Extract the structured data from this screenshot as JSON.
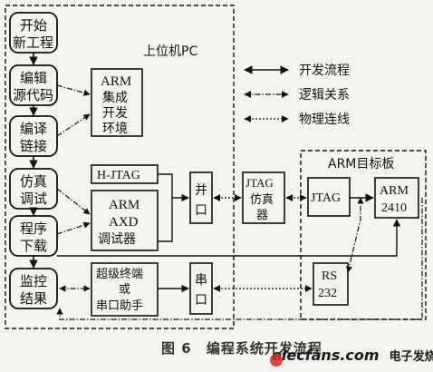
{
  "flow_steps": [
    {
      "line1": "开始",
      "line2": "新工程"
    },
    {
      "line1": "编辑",
      "line2": "源代码"
    },
    {
      "line1": "编译",
      "line2": "链接"
    },
    {
      "line1": "仿真",
      "line2": "调试"
    },
    {
      "line1": "程序",
      "line2": "下载"
    },
    {
      "line1": "监控",
      "line2": "结果"
    }
  ],
  "host_pc": {
    "label": "上位机PC",
    "ide": {
      "line1": "ARM",
      "line2": "集成",
      "line3": "开发",
      "line4": "环境"
    },
    "hjtag": "H-JTAG",
    "axd": {
      "line1": "ARM",
      "line2": "AXD",
      "line3": "调试器"
    },
    "parallel_port": {
      "line1": "并",
      "line2": "口"
    },
    "terminal": {
      "line1": "超级终端",
      "line2": "或",
      "line3": "串口助手"
    },
    "serial_port": {
      "line1": "串",
      "line2": "口"
    }
  },
  "jtag_emulator": {
    "line1": "JTAG",
    "line2": "仿真",
    "line3": "器"
  },
  "target_board": {
    "label": "ARM目标板",
    "jtag": "JTAG",
    "arm": {
      "line1": "ARM",
      "line2": "2410"
    },
    "rs232": {
      "line1": "RS",
      "line2": "232"
    }
  },
  "legend": [
    {
      "style": "solid",
      "label": "开发流程"
    },
    {
      "style": "dash-dot",
      "label": "逻辑关系"
    },
    {
      "style": "dotted",
      "label": "物理连线"
    }
  ],
  "caption": {
    "number": "图 6",
    "title": "编程系统开发流程"
  },
  "watermark": {
    "domain": "elecfans.com",
    "text": "电子发烧友"
  },
  "colors": {
    "ink": "#111111",
    "paper": "#f4f3ef",
    "watermark_red": "#d2282e"
  }
}
